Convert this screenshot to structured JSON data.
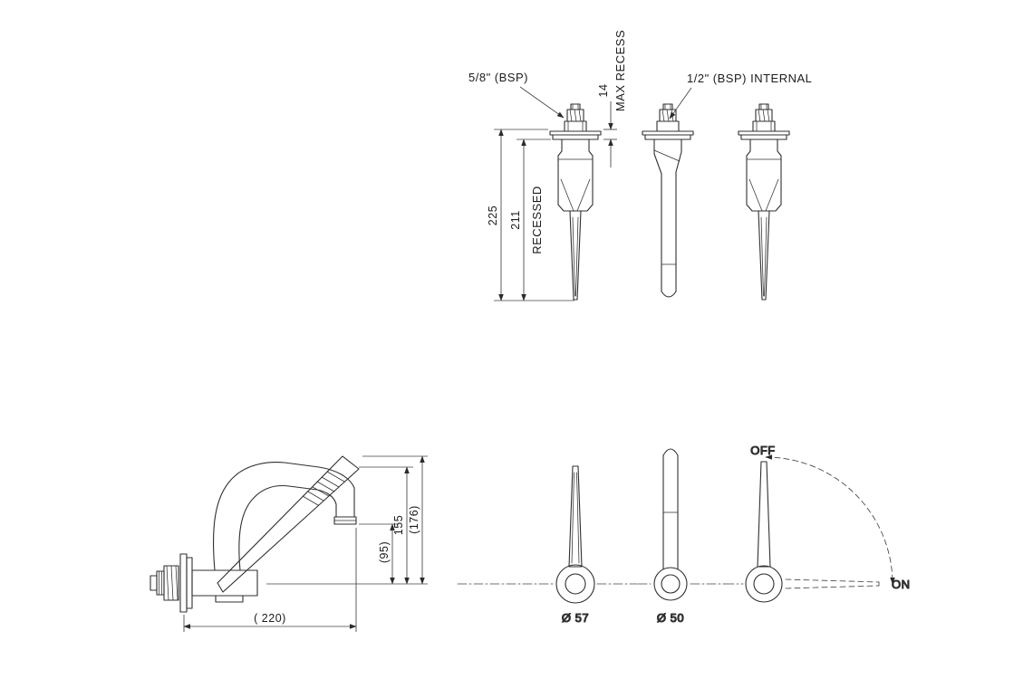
{
  "drawing": {
    "upper": {
      "thread_label": "5/8\" (BSP)",
      "internal_thread_label": "1/2\" (BSP) INTERNAL",
      "max_recess_dim": "14",
      "max_recess_label": "MAX RECESS",
      "height_dim": "225",
      "recessed_dim": "211",
      "recessed_label": "RECESSED"
    },
    "lower": {
      "overall_height_dim": "(176)",
      "spout_height_dim": "155",
      "outlet_height_dim": "(95)",
      "reach_dim": "( 220)",
      "lever_circle_dia": "Ø 57",
      "spout_circle_dia": "Ø 50",
      "off_label": "OFF",
      "on_label": "ON"
    }
  }
}
